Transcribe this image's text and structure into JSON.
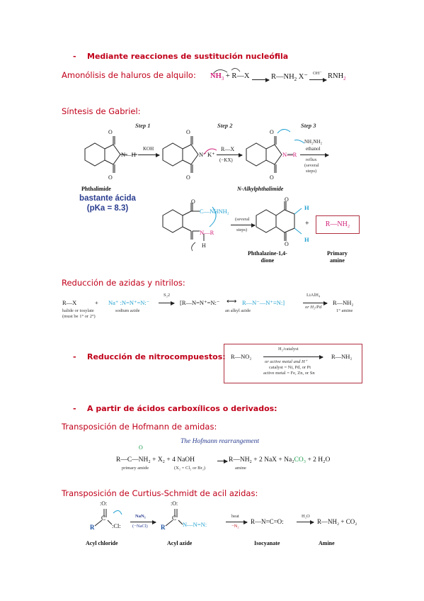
{
  "sections": {
    "s1": {
      "dash": "-",
      "title": "Mediante reacciones de sustitución nucleófila"
    },
    "s2": {
      "dash": "-",
      "title": "Reducción de nitrocompuestos:"
    },
    "s3": {
      "dash": "-",
      "title": "A partir de ácidos carboxílicos o derivados:"
    }
  },
  "subheads": {
    "amonolisis": "Amonólisis de haluros de alquilo:",
    "gabriel": "Síntesis de Gabriel:",
    "azidas": "Reducción de azidas y nitrilos:",
    "hofmann": "Transposición de Hofmann de amidas:",
    "curtius": "Transposición de Curtius-Schmidt de acil azidas:"
  },
  "amonolisis": {
    "nh3": "NH",
    "nh3_sub": "3",
    "plus": "+",
    "rx": "R—X",
    "product": "R—NH",
    "product_sub": "2",
    "x_minus": "X⁻",
    "oh": "OH⁻",
    "final": "RNH",
    "final_sub": "2"
  },
  "gabriel": {
    "step1": "Step 1",
    "step2": "Step 2",
    "step3": "Step 3",
    "koh": "KOH",
    "k_plus": "K⁺",
    "minus_kx": "(−KX)",
    "rx": "R—X",
    "hydrazine": "NH₂NH₂",
    "ethanol": "ethanol",
    "reflux": "reflux",
    "several": "(several",
    "steps": "steps)",
    "phthalimide": "Phthalimide",
    "nalkyl": "N-Alkylphthalimide",
    "acid_line1": "bastante ácida",
    "acid_line2": "(pKa = 8.3)",
    "nhnh2": "C—NHNH₂",
    "nh_r": "N—R",
    "h": "H",
    "several2": "(several",
    "steps2": "steps)",
    "phthalazine1": "Phthalazine-1,4-",
    "phthalazine2": "dione",
    "primary1": "Primary",
    "primary2": "amine",
    "rnh2": "R—NH₂",
    "nh": "N—H",
    "n_minus": "N⁻",
    "n_r": "N—R",
    "o": "O"
  },
  "azidas": {
    "rx": "R—X",
    "plus": "+",
    "na": "Na⁺",
    "azide_ion": ":N=N⁺=N:⁻",
    "sn2": "S₂2",
    "azide_r": "[R—N=N⁺=N:⁻",
    "arrow_res": "⟷",
    "azide_r2": "R—N⁻—N⁺≡N:]",
    "lialh4": "LiAlH₄",
    "or_h2": "or H₂/Pd",
    "product": "R—NH₂",
    "halide": "halide or tosylate",
    "must": "(must be 1° or 2°)",
    "sodium_azide": "sodium azide",
    "alkyl_azide": "an alkyl azide",
    "amine1": "1° amine"
  },
  "nitro": {
    "reactant": "R—NO₂",
    "top": "H₂/catalyst",
    "bottom": "or active metal and H⁺",
    "product": "R—NH₂",
    "cat": "catalyst = Ni, Pd, or Pt",
    "metal": "active metal = Fe, Zn, or Sn"
  },
  "hofmann": {
    "title": "The Hofmann rearrangement",
    "o": "O",
    "eq": "R—C—NH₂ + X₂ + 4 NaOH",
    "product_a": "R—NH₂ + 2 NaX + Na₂",
    "co3": "CO₃",
    "product_b": " + 2 H₂O",
    "primary": "primary amide",
    "xcond": "(X₂ = Cl₂ or Br₂)",
    "amine": "amine"
  },
  "curtius": {
    "o1": ":O:",
    "o2": ":O:",
    "r": "R",
    "c": "C",
    "cl": ":Cl:",
    "nan3": "NaN₃",
    "nacl": "(−NaCl)",
    "azide": "N—N=N:",
    "heat": "heat",
    "n2": "−N₂",
    "iso": "R—N=C=O:",
    "h2o": "H₂O",
    "amine": "R—NH₂ + CO₂",
    "l1": "Acyl chloride",
    "l2": "Acyl azide",
    "l3": "Isocyanate",
    "l4": "Amine"
  }
}
